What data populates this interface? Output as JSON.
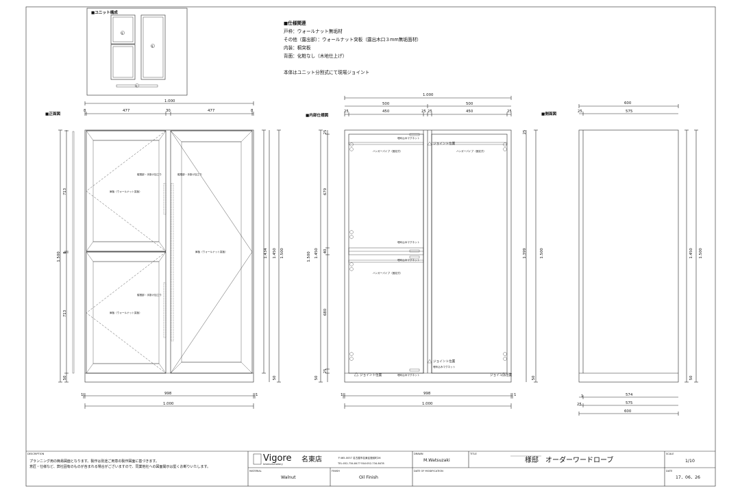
{
  "unit_config": {
    "title": "■ユニット構成",
    "unit_a": "①",
    "unit_b": "②",
    "unit_c": "③"
  },
  "spec": {
    "heading": "■仕様関連",
    "lines": [
      "戸枠：ウォールナット無垢材",
      "その他（露出部）：ウォールナット突板（露出木口３mm無垢面材）",
      "内装：桐突板",
      "背面：化粧なし（木地仕上げ）"
    ],
    "note": "本体はユニット分割式にて現場ジョイント"
  },
  "front_view": {
    "title": "■正面図",
    "dims": {
      "total_top": "1.000",
      "d8a": "8",
      "d477a": "477",
      "d30": "30",
      "d477b": "477",
      "d8b": "8",
      "h1500": "1.500",
      "h713a": "713",
      "h8": "8",
      "h713b": "713",
      "h50": "50",
      "r1434": "1.434",
      "r1450": "1.450",
      "r1500": "1.500",
      "r50": "50",
      "b1a": "1",
      "b998": "998",
      "b1b": "1",
      "b1000": "1.000"
    },
    "labels": {
      "pull_upper_left": "縦框部・手掛け加工り",
      "pull_upper_right": "縦框部・手掛け加工り",
      "pull_lower_left": "縦框部・手掛け加工り",
      "door_upper": "扉板（ウォールナット突板）",
      "door_right": "扉板（ウォールナット突板）",
      "door_lower": "扉板（ウォールナット突板）"
    }
  },
  "interior_view": {
    "title": "■内部仕様図",
    "dims": {
      "total_top": "1.000",
      "w500a": "500",
      "w500b": "500",
      "t25a": "25",
      "t450a": "450",
      "t25b": "25",
      "t25c": "25",
      "t450b": "450",
      "t25d": "25",
      "lh1500": "1.500",
      "lh1450": "1.450",
      "l25": "25",
      "l679": "679",
      "l40": "40",
      "l680": "680",
      "l25b": "25",
      "l50": "50",
      "rh1399": "1.399",
      "rh1500": "1.500",
      "r25": "25",
      "r50": "50",
      "b1a": "1",
      "b998": "998",
      "b1b": "1",
      "b1000": "1.000"
    },
    "labels": {
      "magnet_top": "埋め込みマグネット",
      "joint_top": "ジョイント位置",
      "hanger_left": "ハンガーパイプ（固定式）",
      "hanger_right": "ハンガーパイプ（固定式）",
      "magnet_mid_a": "埋め込みマグネット",
      "magnet_mid_b": "埋め込みマグネット",
      "hanger_lower": "ハンガーパイプ（固定式）",
      "joint_lower": "ジョイント位置",
      "magnet_lower": "埋め込みマグネット",
      "joint_bottom_left": "ジョイント位置",
      "magnet_bottom": "埋め込みマグネット",
      "joint_bottom_right": "ジョイント位置"
    }
  },
  "side_view": {
    "title": "■側面図",
    "dims": {
      "total_top": "600",
      "t25": "25",
      "t575": "575",
      "rh1450": "1.450",
      "rh1500": "1.500",
      "r50": "50",
      "b1": "1",
      "b574": "574",
      "b25": "25",
      "b575": "575",
      "b600": "600"
    }
  },
  "title_block": {
    "description_label": "DESCRIPTION",
    "description_1": "プランニング用の簡易図面となります。製作は別途ご用意の製作図面に基づきます。",
    "description_2": "意匠・仕様など、弊社固有のものが含まれる場合がございますので、同業他社への図面開示は堅くお断りいたします。",
    "brand": "Vigore",
    "brand_sub": "Interior&Gallery",
    "store": "名東店",
    "address": "〒465-0057 名古屋市名東区陸前町26",
    "tel": "TEL:052-734-8477  FAX:052-734-8478",
    "drawn_label": "DRAWN",
    "drawn_value": "M.Watsuzaki",
    "title_label": "TITLE",
    "title_value": "様邸　オーダーワードローブ",
    "scale_label": "SCALE",
    "scale_value": "1/10",
    "material_label": "MATERIAL",
    "material_value": "Walnut",
    "finish_label": "FINISH",
    "finish_value": "Oil Finish",
    "mod_label": "DATE OF MODIFICATION",
    "date_label": "DATE",
    "date_value": "17．06．26"
  }
}
